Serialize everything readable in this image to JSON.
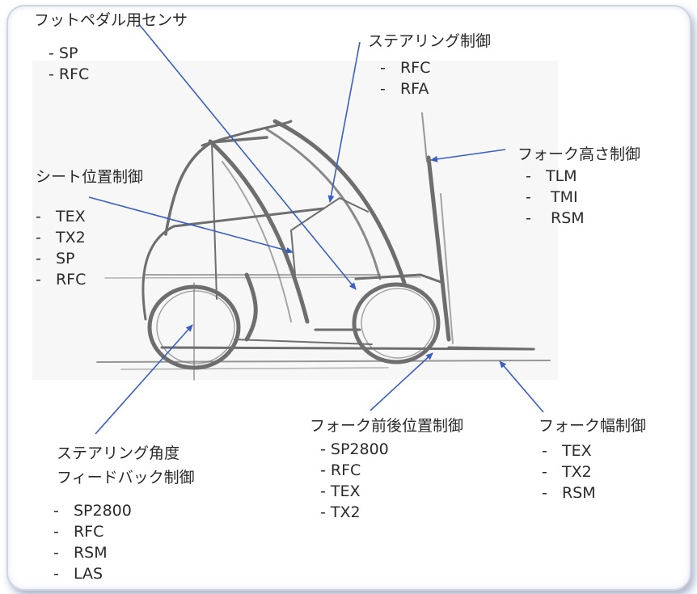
{
  "groups": [
    {
      "id": "foot-pedal",
      "title": "フットペダル用センサ",
      "items": [
        "- SP",
        "- RFC"
      ]
    },
    {
      "id": "steering",
      "title": "ステアリング制御",
      "items": [
        "-   RFC",
        "-   RFA"
      ]
    },
    {
      "id": "fork-height",
      "title": "フォーク高さ制御",
      "items": [
        "-   TLM",
        "-    TMI",
        "-    RSM"
      ]
    },
    {
      "id": "seat-position",
      "title": "シート位置制御",
      "items": [
        "-   TEX",
        "-   TX2",
        "-   SP",
        "-   RFC"
      ]
    },
    {
      "id": "steering-angle",
      "title": "ステアリング角度",
      "title2": "フィードバック制御",
      "items": [
        "-   SP2800",
        "-   RFC",
        "-   RSM",
        "-   LAS"
      ]
    },
    {
      "id": "fork-fore-aft",
      "title": "フォーク前後位置制御",
      "items": [
        "- SP2800",
        "- RFC",
        "- TEX",
        "- TX2"
      ]
    },
    {
      "id": "fork-width",
      "title": "フォーク幅制御",
      "items": [
        "-   TEX",
        "-   TX2",
        "-   RSM"
      ]
    }
  ],
  "colors": {
    "arrow": "#3b5fc0",
    "sketch": "#6e6e6e",
    "frame": "#cfd4df"
  }
}
